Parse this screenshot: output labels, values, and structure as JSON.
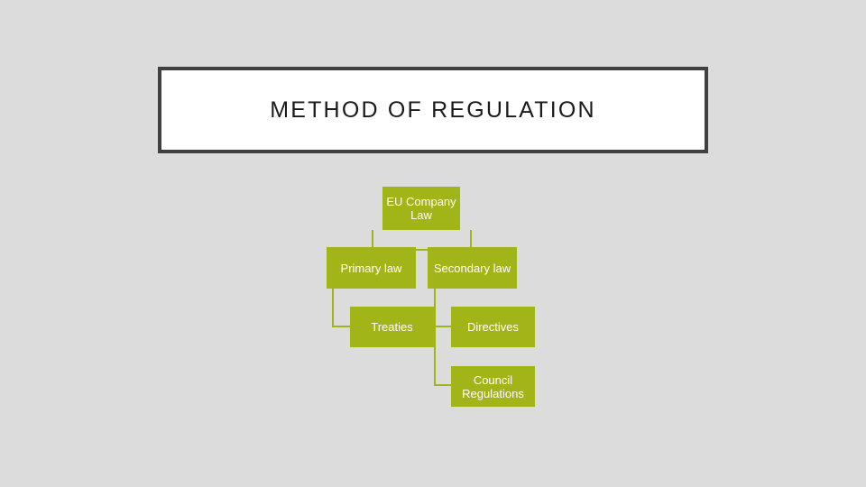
{
  "slide": {
    "background_color": "#dcdcdc",
    "title": "METHOD OF REGULATION",
    "title_box": {
      "fill": "#ffffff",
      "border_color": "#404040"
    }
  },
  "diagram": {
    "node_fill": "#a2b518",
    "node_text_color": "#ffffff",
    "nodes": [
      {
        "id": "eu-company-law",
        "label": "EU Company Law"
      },
      {
        "id": "primary-law",
        "label": "Primary law"
      },
      {
        "id": "secondary-law",
        "label": "Secondary law"
      },
      {
        "id": "treaties",
        "label": "Treaties"
      },
      {
        "id": "directives",
        "label": "Directives"
      },
      {
        "id": "council-regulations",
        "label": "Council Regulations"
      }
    ]
  }
}
